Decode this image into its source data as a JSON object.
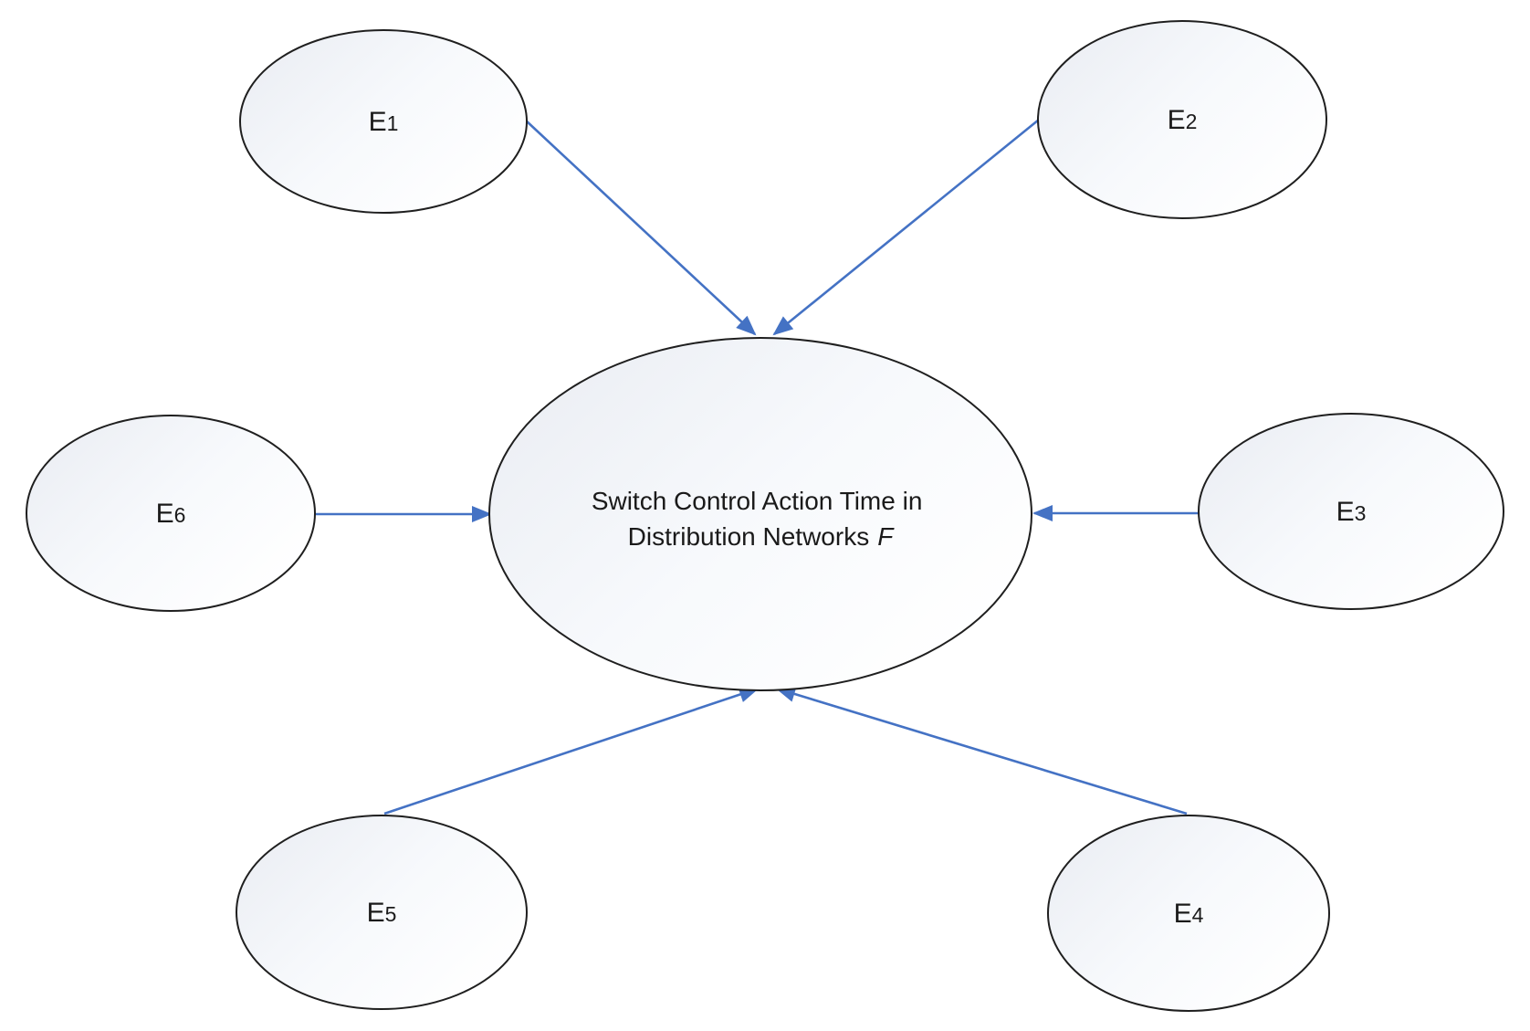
{
  "colors": {
    "arrow": "#4472C4",
    "outline": "#1F1F1F",
    "text": "#1A1A1A",
    "fill_start": "#E9ECF2",
    "fill_mid": "#F7F9FC",
    "fill_end": "#FFFFFF"
  },
  "central_node": {
    "line1": "Switch Control Action Time in",
    "line2": "Distribution Networks",
    "variable": "F"
  },
  "factor_nodes": [
    {
      "id": "E1",
      "label": "E",
      "sub": "1"
    },
    {
      "id": "E2",
      "label": "E",
      "sub": "2"
    },
    {
      "id": "E3",
      "label": "E",
      "sub": "3"
    },
    {
      "id": "E4",
      "label": "E",
      "sub": "4"
    },
    {
      "id": "E5",
      "label": "E",
      "sub": "5"
    },
    {
      "id": "E6",
      "label": "E",
      "sub": "6"
    }
  ],
  "edges": [
    {
      "from": "E1",
      "to": "F"
    },
    {
      "from": "E2",
      "to": "F"
    },
    {
      "from": "E3",
      "to": "F"
    },
    {
      "from": "E4",
      "to": "F"
    },
    {
      "from": "E5",
      "to": "F"
    },
    {
      "from": "E6",
      "to": "F"
    }
  ]
}
